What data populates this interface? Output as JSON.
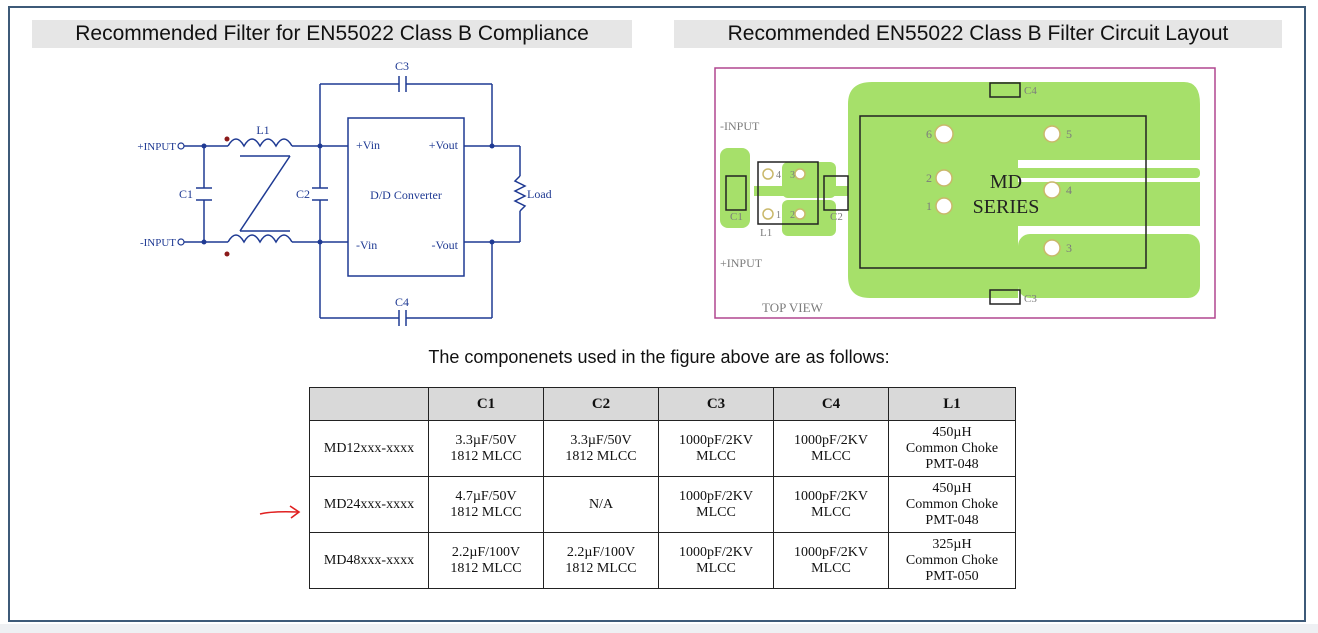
{
  "titles": {
    "left": "Recommended Filter for EN55022 Class B Compliance",
    "right": "Recommended EN55022 Class B Filter Circuit Layout"
  },
  "schematic": {
    "c3": "C3",
    "c4": "C4",
    "l1": "L1",
    "c1": "C1",
    "c2": "C2",
    "plus_input": "+INPUT",
    "minus_input": "-INPUT",
    "plus_vin": "+Vin",
    "plus_vout": "+Vout",
    "minus_vin": "-Vin",
    "minus_vout": "-Vout",
    "converter": "D/D Converter",
    "load": "Load"
  },
  "pcb": {
    "minus_input": "-INPUT",
    "plus_input": "+INPUT",
    "top_view": "TOP VIEW",
    "md": "MD",
    "series": "SERIES",
    "c1": "C1",
    "c2": "C2",
    "c3": "C3",
    "c4": "C4",
    "l1": "L1",
    "pin1": "1",
    "pin2": "2",
    "pin3": "3",
    "pin4": "4",
    "pin5": "5",
    "pin6": "6",
    "l_pin1": "1",
    "l_pin2": "2",
    "l_pin3": "3",
    "l_pin4": "4"
  },
  "caption": "The componenets used in the figure above are as follows:",
  "table": {
    "headers": [
      "",
      "C1",
      "C2",
      "C3",
      "C4",
      "L1"
    ],
    "rows": [
      {
        "model": "MD12xxx-xxxx",
        "c1": [
          "3.3µF/50V",
          "1812 MLCC"
        ],
        "c2": [
          "3.3µF/50V",
          "1812 MLCC"
        ],
        "c3": [
          "1000pF/2KV",
          "MLCC"
        ],
        "c4": [
          "1000pF/2KV",
          "MLCC"
        ],
        "l1": [
          "450µH",
          "Common Choke",
          "PMT-048"
        ]
      },
      {
        "model": "MD24xxx-xxxx",
        "c1": [
          "4.7µF/50V",
          "1812 MLCC"
        ],
        "c2": [
          "N/A"
        ],
        "c3": [
          "1000pF/2KV",
          "MLCC"
        ],
        "c4": [
          "1000pF/2KV",
          "MLCC"
        ],
        "l1": [
          "450µH",
          "Common Choke",
          "PMT-048"
        ]
      },
      {
        "model": "MD48xxx-xxxx",
        "c1": [
          "2.2µF/100V",
          "1812 MLCC"
        ],
        "c2": [
          "2.2µF/100V",
          "1812 MLCC"
        ],
        "c3": [
          "1000pF/2KV",
          "MLCC"
        ],
        "c4": [
          "1000pF/2KV",
          "MLCC"
        ],
        "l1": [
          "325µH",
          "Common Choke",
          "PMT-050"
        ]
      }
    ]
  },
  "colors": {
    "frame": "#3d5a78",
    "circuit_blue": "#1f3a93",
    "pcb_green": "#a6e06a",
    "pcb_border": "#b0468f",
    "arrow_red": "#e02020"
  }
}
